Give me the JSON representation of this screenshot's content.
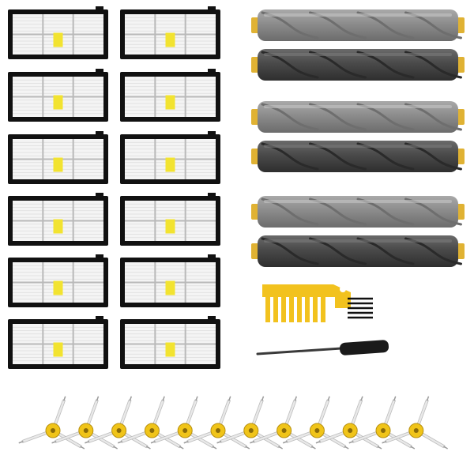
{
  "product_photo": {
    "counts": {
      "filters": 12,
      "rollers": 6,
      "side_brushes": 12,
      "tools": 2
    },
    "colors": {
      "background": "#ffffff",
      "filter_frame": "#111111",
      "filter_media": "#f4f4f4",
      "filter_grid": "#b9b9b9",
      "filter_tab": "#f2e330",
      "roller_light": "#8c8c8c",
      "roller_dark": "#4a4a4a",
      "roller_end": "#e0b233",
      "tool_yellow": "#f2c21e",
      "brush_arm": "#e9e9e9",
      "brush_hub": "#f0c419",
      "screwdriver": "#1a1a1a"
    },
    "components": [
      {
        "name": "hepa-filter",
        "icon": "filter-icon"
      },
      {
        "name": "bristle-roller",
        "icon": "roller-icon"
      },
      {
        "name": "cleaning-tool",
        "icon": "comb-icon"
      },
      {
        "name": "screwdriver",
        "icon": "screwdriver-icon"
      },
      {
        "name": "side-brush",
        "icon": "side-brush-icon"
      }
    ]
  }
}
